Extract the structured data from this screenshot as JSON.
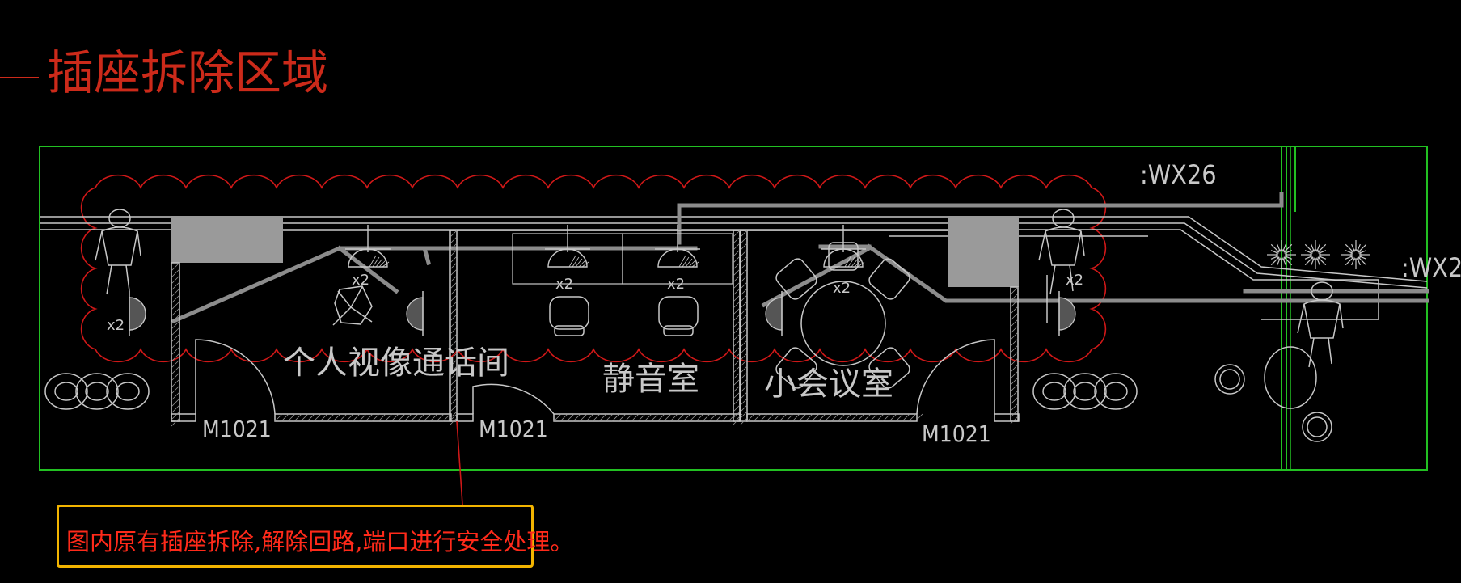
{
  "title": "插座拆除区域",
  "rooms": {
    "room1": "个人视像通话间",
    "room2": "静音室",
    "room3": "小会议室"
  },
  "doors": {
    "d1": "M1021",
    "d2": "M1021",
    "d3": "M1021"
  },
  "counts": {
    "c1": "x2",
    "c2": "x2",
    "c3": "x2",
    "c4": "x2",
    "c5": "x2",
    "c6": "x2"
  },
  "markers": {
    "wx26": ":WX26",
    "wx2": ":WX2"
  },
  "note": "图内原有插座拆除,解除回路,端口进行安全处理。",
  "colors": {
    "background": "#000000",
    "frame": "#22c022",
    "revision_cloud": "#d01818",
    "walls": "#c8c8c8",
    "pipe": "#8c8c8c",
    "fill": "#9a9a9a",
    "note_border": "#f2b400",
    "note_text": "#ff2a1a",
    "title_text": "#cc2a1a"
  }
}
